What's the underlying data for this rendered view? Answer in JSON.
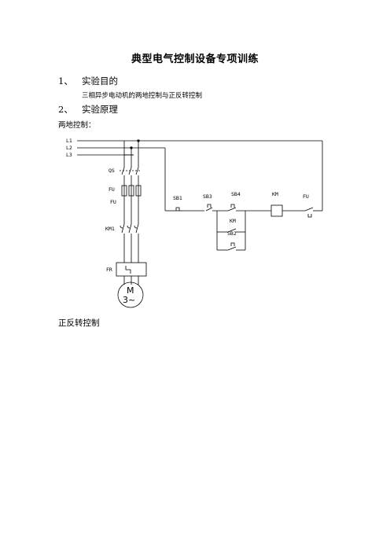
{
  "title": "典型电气控制设备专项训练",
  "section1": {
    "num": "1、",
    "label": "实验目的"
  },
  "purpose": "三相异步电动机的两地控制与正反转控制",
  "section2": {
    "num": "2、",
    "label": "实验原理"
  },
  "two_place_label": "两地控制：",
  "forward_reverse_label": "正反转控制",
  "diagram": {
    "L1": "L1",
    "L2": "L2",
    "L3": "L3",
    "QS": "QS",
    "FU_top": "FU",
    "FU_mid": "FU",
    "KM1": "KM1",
    "FR": "FR",
    "motor_M": "M",
    "motor_3": "3~",
    "SB_stop1": "SB1",
    "SB_start1": "SB3",
    "SB_start2": "SB4",
    "KM_aux": "KM",
    "SB_stop2": "SB2",
    "KM_coil": "KM",
    "FU_ctrl": "FU"
  }
}
